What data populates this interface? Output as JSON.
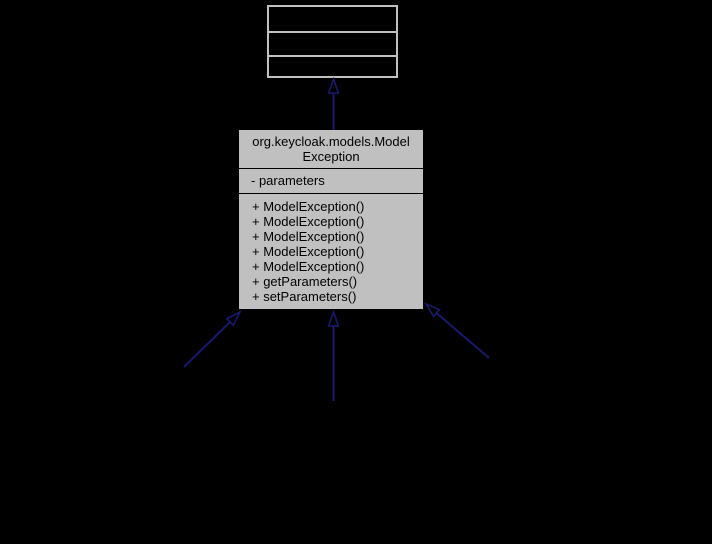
{
  "diagram": {
    "kind": "uml-class-inheritance",
    "colors": {
      "background": "#000000",
      "arrow": "#191970",
      "base_box_border": "#c0c0c0",
      "class_box_fill": "#c0c0c0",
      "class_box_text": "#000000"
    },
    "base_class_node": {
      "compartments": 3,
      "visible_text": ""
    },
    "main_class": {
      "name_lines": [
        "org.keycloak.models.Model",
        "Exception"
      ],
      "qualified_name": "org.keycloak.models.ModelException",
      "attributes": [
        "- parameters"
      ],
      "methods": [
        "+ ModelException()",
        "+ ModelException()",
        "+ ModelException()",
        "+ ModelException()",
        "+ ModelException()",
        "+ getParameters()",
        "+ setParameters()"
      ]
    },
    "edges": {
      "to_base_count": 1,
      "from_derived_count": 3
    }
  }
}
